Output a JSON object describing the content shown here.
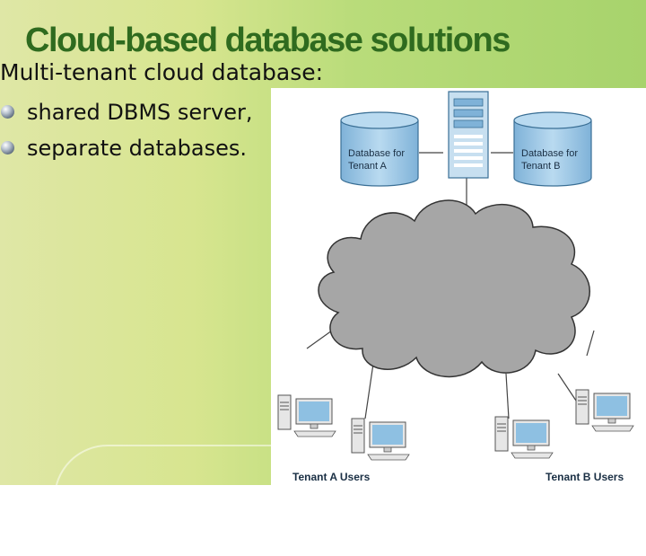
{
  "slide": {
    "title": "Cloud-based database solutions",
    "heading": "Multi-tenant cloud database:",
    "bullets": [
      "shared DBMS server,",
      "separate databases."
    ],
    "colors": {
      "title": "#2f6b1f",
      "background_left": "#dfe7a6",
      "background_right": "#a7d36c"
    }
  },
  "figure": {
    "db_a_label": [
      "Database for",
      "Tenant A"
    ],
    "db_b_label": [
      "Database for",
      "Tenant B"
    ],
    "tenant_a_users": "Tenant A Users",
    "tenant_b_users": "Tenant B Users",
    "colors": {
      "cylinder": "#9cc5e4",
      "server": "#9cc5e4",
      "cloud": "#a6a6a6",
      "monitor": "#8ec0e2"
    },
    "icons": [
      "database-cylinder",
      "server-tower",
      "cloud",
      "workstation"
    ]
  }
}
